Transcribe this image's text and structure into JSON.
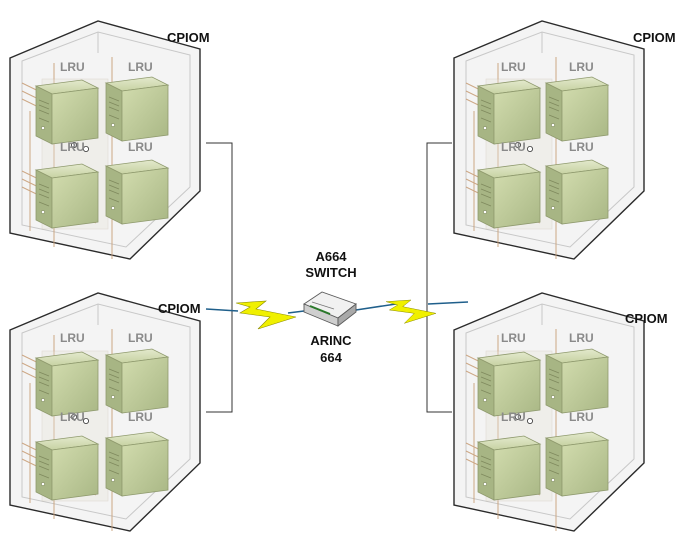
{
  "cpioms": [
    {
      "label": "CPIOM",
      "lru_labels": [
        "LRU",
        "LRU",
        "LRU",
        "LRU"
      ]
    },
    {
      "label": "CPIOM",
      "lru_labels": [
        "LRU",
        "LRU",
        "LRU",
        "LRU"
      ]
    },
    {
      "label": "CPIOM",
      "lru_labels": [
        "LRU",
        "LRU",
        "LRU",
        "LRU"
      ]
    },
    {
      "label": "CPIOM",
      "lru_labels": [
        "LRU",
        "LRU",
        "LRU",
        "LRU"
      ]
    }
  ],
  "switch": {
    "title_line1": "A664",
    "title_line2": "SWITCH",
    "caption_line1": "ARINC",
    "caption_line2": "664"
  },
  "colors": {
    "cabinet_fill": "#f4f4f4",
    "cabinet_stroke": "#2b2b2b",
    "lru_fill": "#c5d1a2",
    "lru_stroke": "#8f9a6e",
    "cable": "#b9906a",
    "bolt": "#f0f000",
    "link": "#1f5f8b",
    "wire": "#333333"
  },
  "icons": {
    "switch": "network-switch-icon",
    "link": "lightning-bolt-icon",
    "lru": "server-unit-icon"
  }
}
